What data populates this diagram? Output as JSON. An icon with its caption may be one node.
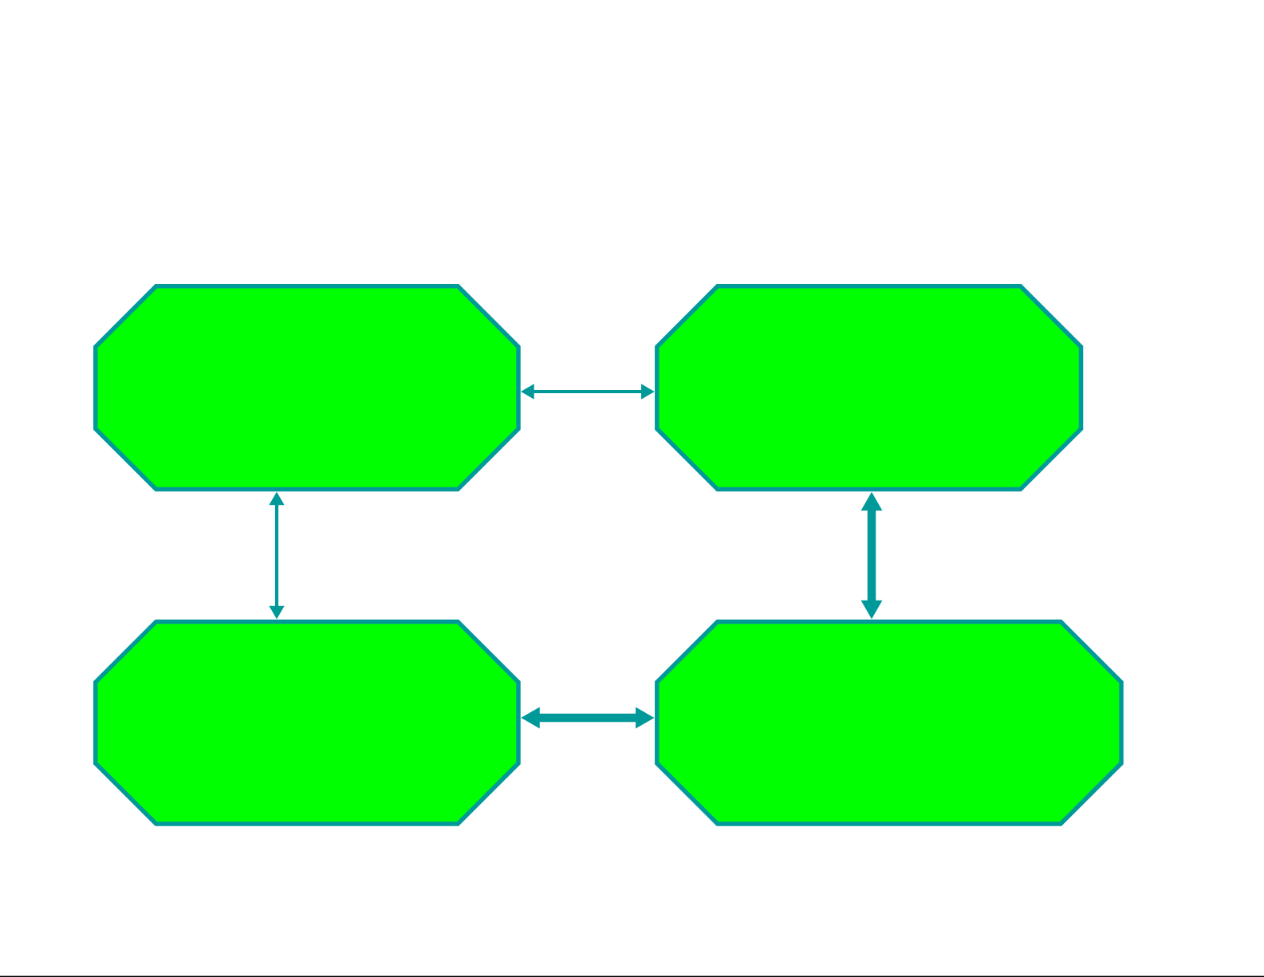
{
  "diagram": {
    "nodes": [
      {
        "text": [],
        "shape": "octagon"
      },
      {
        "text": [],
        "shape": "octagon"
      },
      {
        "text": [],
        "shape": "octagon"
      },
      {
        "text": [],
        "shape": "octagon"
      }
    ],
    "edges": [
      {
        "from": 0,
        "to": 1,
        "arrow": "both"
      },
      {
        "from": 0,
        "to": 2,
        "arrow": "both"
      },
      {
        "from": 1,
        "to": 3,
        "arrow": "both",
        "style": "thick"
      },
      {
        "from": 2,
        "to": 3,
        "arrow": "both",
        "style": "thick"
      }
    ]
  }
}
